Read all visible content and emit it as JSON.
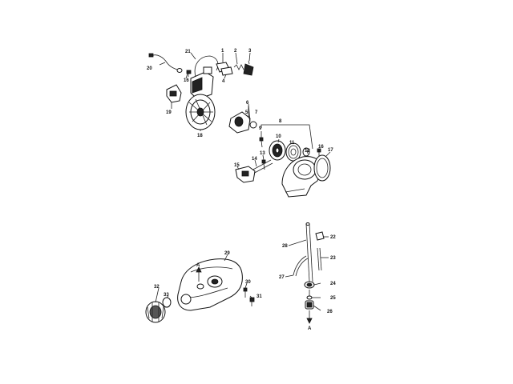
{
  "callouts": {
    "c1": "1",
    "c2": "2",
    "c3": "3",
    "c4": "4",
    "c5": "5",
    "c6": "6",
    "c7": "7",
    "c8": "8",
    "c9": "9",
    "c10": "10",
    "c11": "11",
    "c12": "12",
    "c13": "13",
    "c14": "14",
    "c15": "15",
    "c16": "16",
    "c17": "17",
    "c18": "18",
    "c19": "19",
    "c20": "20",
    "c21": "21",
    "c22": "22",
    "c23": "23",
    "c24": "24",
    "c25": "25",
    "c26": "26",
    "c27": "27",
    "c28": "28",
    "c29": "29",
    "c30": "30",
    "c31": "31",
    "c32": "32",
    "c33": "33",
    "a_tank": "A",
    "a_fuel": "A",
    "c16b": "16"
  }
}
